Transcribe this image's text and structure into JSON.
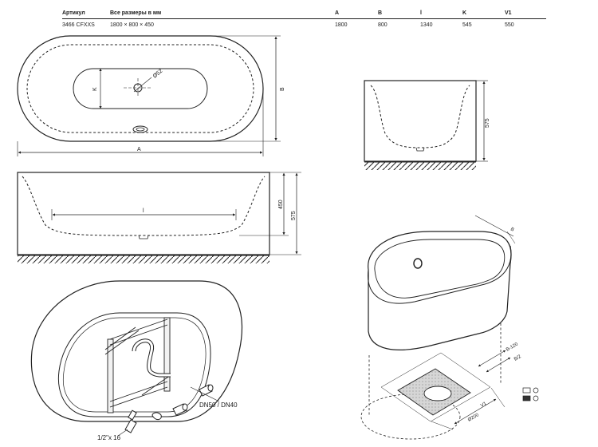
{
  "spec_table": {
    "headers": {
      "article": "Артикул",
      "all_sizes": "Все размеры в мм",
      "a": "A",
      "b": "B",
      "l": "l",
      "k": "K",
      "v1": "V1"
    },
    "row": {
      "article": "3466 CFXXS",
      "all_sizes": "1800 × 800 × 450",
      "a": "1800",
      "b": "800",
      "l": "1340",
      "k": "545",
      "v1": "550"
    }
  },
  "top_view": {
    "drain_label": "Ø52",
    "dim_a": "A",
    "dim_b": "B",
    "dim_k": "K"
  },
  "side_view": {
    "dim_l": "l",
    "dim_450": "450",
    "dim_575": "575"
  },
  "end_view": {
    "dim_575": "575"
  },
  "fitting_view": {
    "fitting_label": "1/2\"x 16",
    "drain_label": "DN50 / DN40"
  },
  "install_view": {
    "dim_b_top": "B",
    "dim_b120": "B-120",
    "dim_b2": "B/2",
    "dim_v1": "V1",
    "dim_d200": "Ø200"
  }
}
